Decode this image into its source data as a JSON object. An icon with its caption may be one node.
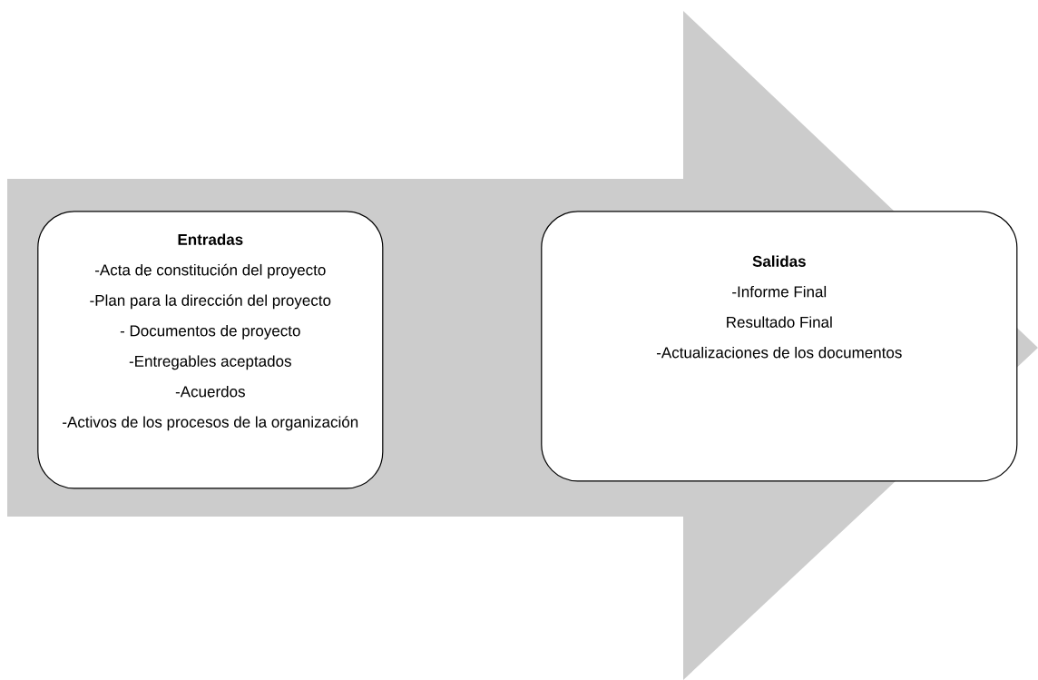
{
  "diagram": {
    "nodes": [
      {
        "text": [],
        "shape": "arrow"
      },
      {
        "text": [
          "Entradas",
          "-Acta de constitución del proyecto",
          "-Plan para la dirección del proyecto",
          "- Documentos de proyecto",
          "-Entregables aceptados",
          "-Acuerdos",
          "-Activos de los procesos de la organización"
        ],
        "in": 0
      },
      {
        "text": [
          "Salidas",
          "-Informe Final",
          "Resultado Final",
          "-Actualizaciones de los documentos"
        ],
        "in": 0
      }
    ]
  }
}
